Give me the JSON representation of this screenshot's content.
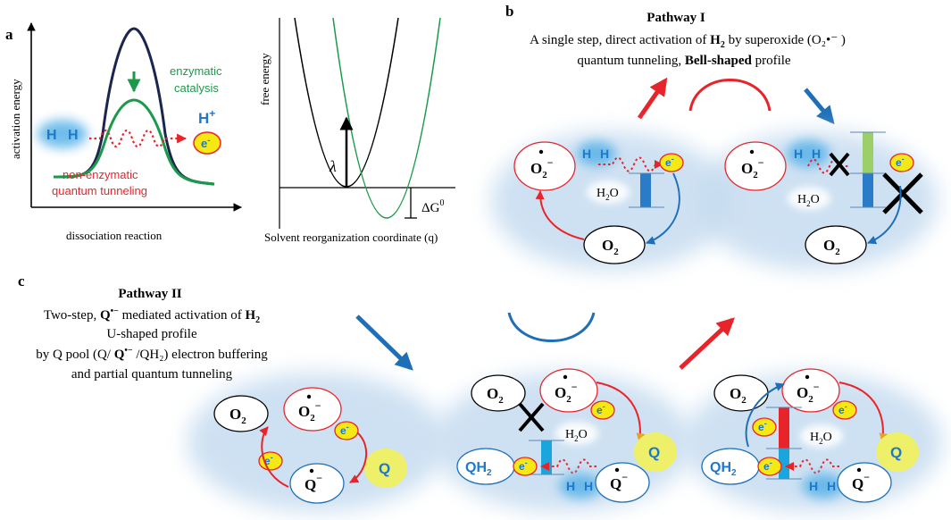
{
  "panels": {
    "a": {
      "label": "a",
      "left_plot": {
        "ylabel": "activation energy",
        "xlabel": "dissociation reaction",
        "curve_enzymatic_label_1": "enzymatic",
        "curve_enzymatic_label_2": "catalysis",
        "curve_nonenzymatic_label_1": "non-enzymatic",
        "curve_nonenzymatic_label_2": "quantum tunneling",
        "h_label": "H",
        "hplus": "H",
        "plus": "+",
        "electron": "e",
        "minus": "-"
      },
      "right_plot": {
        "ylabel": "free energy",
        "xlabel": "Solvent reorganization coordinate (q)",
        "lambda": "λ",
        "delta_g": "ΔG",
        "delta_g_sup": "0"
      }
    },
    "b": {
      "label": "b",
      "title": "Pathway I",
      "line2_pre": "A single step, direct activation of ",
      "line2_h2": "H",
      "line2_h2_sub": "2",
      "line2_post": " by superoxide (O₂•⁻ )",
      "line3_pre": "quantum tunneling, ",
      "line3_bold": "Bell-shaped",
      "line3_post": " profile",
      "o2_radical": "O",
      "o2_sub": "2",
      "o2_sup": "−",
      "o2": "O",
      "h2o": "H",
      "h2o_sub": "2",
      "h2o_tail": "O",
      "h": "H",
      "electron": "e",
      "minus": "-"
    },
    "c": {
      "label": "c",
      "title": "Pathway II",
      "line2_pre": "Two-step, ",
      "line2_q": "Q",
      "line2_q_sup": "•−",
      "line2_mid": " mediated activation of ",
      "line2_h2": "H",
      "line2_h2_sub": "2",
      "line3": "U-shaped profile",
      "line4_pre": "by Q pool (Q/ ",
      "line4_q": "Q",
      "line4_q_sup": "•−",
      "line4_post": " /QH₂) electron buffering",
      "line5": "and partial quantum tunneling",
      "q": "Q",
      "q_sup": "−",
      "qh": "QH",
      "qh_sub": "2",
      "o2": "O",
      "o2_sub": "2",
      "o2_sup": "−",
      "h2o": "H",
      "h2o_sub": "2",
      "h2o_tail": "O",
      "h": "H",
      "electron": "e",
      "minus": "-"
    }
  },
  "colors": {
    "red": "#e8242b",
    "blue": "#1f6fb8",
    "green": "#1a9a4a",
    "navy": "#1b2550",
    "electron_fill": "#f6e813",
    "q_glow": "#eef06a",
    "cloud": "#c6dcf0",
    "h_glow": "#58b2e8",
    "h_text": "#1f78c8",
    "bar_blue": "#2a7cc8",
    "bar_green": "#9ccf6a",
    "bar_red": "#e8242b",
    "bar_cyan": "#1aa6dc"
  }
}
